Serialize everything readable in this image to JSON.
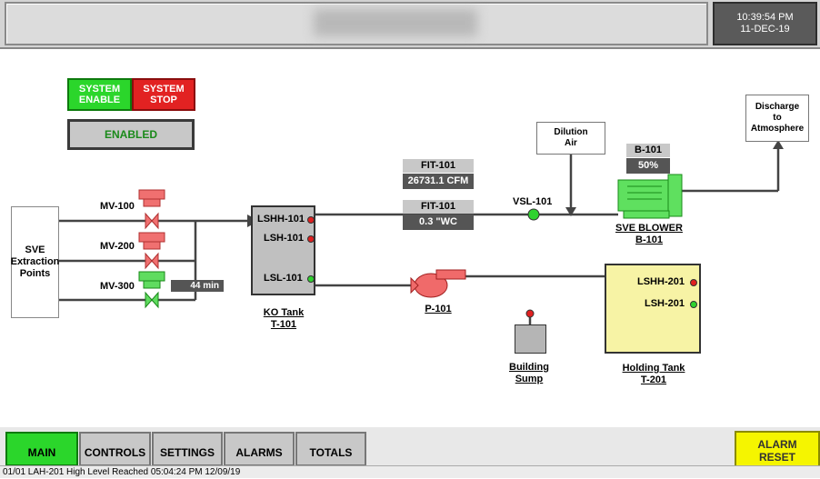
{
  "header": {
    "clock_time": "10:39:54 PM",
    "clock_date": "11-DEC-19"
  },
  "system": {
    "enable_label_1": "SYSTEM",
    "enable_label_2": "ENABLE",
    "stop_label_1": "SYSTEM",
    "stop_label_2": "STOP",
    "status": "ENABLED"
  },
  "process": {
    "sve_line1": "SVE",
    "sve_line2": "Extraction",
    "sve_line3": "Points",
    "mv100": "MV-100",
    "mv200": "MV-200",
    "mv300": "MV-300",
    "mv300_timer": "44 min",
    "ko_lshh": "LSHH-101",
    "ko_lsh": "LSH-101",
    "ko_lsl": "LSL-101",
    "ko_name": "KO Tank",
    "ko_id": "T-101",
    "fit1_tag": "FIT-101",
    "fit1_val": "26731.1 CFM",
    "fit2_tag": "FIT-101",
    "fit2_val": "0.3 \"WC",
    "vsl": "VSL-101",
    "dilution_1": "Dilution",
    "dilution_2": "Air",
    "blower_tag": "B-101",
    "blower_val": "50%",
    "blower_name": "SVE BLOWER",
    "blower_id": "B-101",
    "discharge_1": "Discharge",
    "discharge_2": "to",
    "discharge_3": "Atmosphere",
    "pump_id": "P-101",
    "sump_1": "Building",
    "sump_2": "Sump",
    "hold_lshh": "LSHH-201",
    "hold_lsh": "LSH-201",
    "hold_name": "Holding Tank",
    "hold_id": "T-201"
  },
  "nav": {
    "tabs": [
      "MAIN",
      "CONTROLS",
      "SETTINGS",
      "ALARMS",
      "TOTALS"
    ],
    "active": "MAIN",
    "alarm_reset_1": "ALARM",
    "alarm_reset_2": "RESET"
  },
  "statusbar": {
    "message": "01/01 LAH-201 High Level Reached 05:04:24 PM 12/09/19"
  },
  "colors": {
    "enabled_green": "#2bd62b",
    "stop_red": "#e22222",
    "holding_tank": "#f7f3a5",
    "alarm_yellow": "#f5f500"
  }
}
